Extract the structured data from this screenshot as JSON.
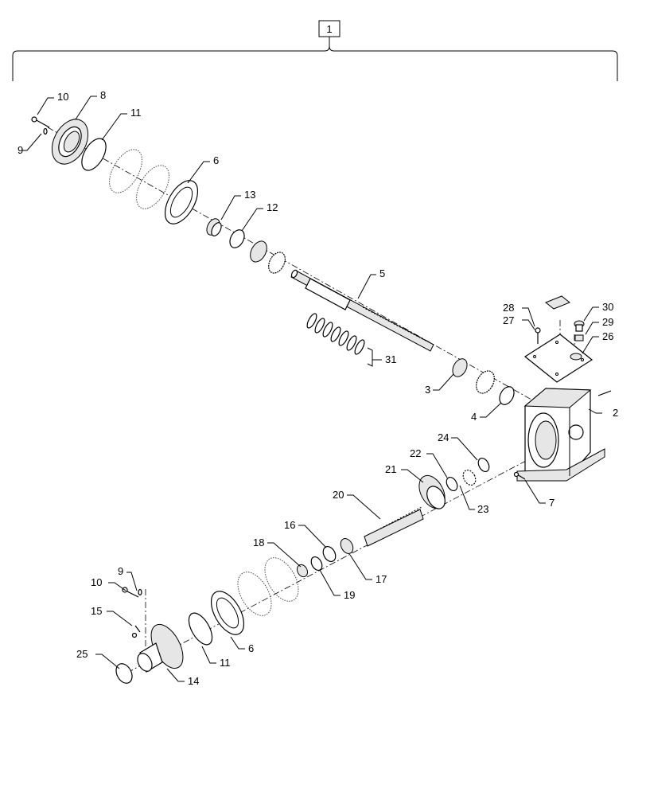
{
  "diagram": {
    "assembly_callout": "1",
    "callouts": {
      "c2": "2",
      "c3": "3",
      "c4": "4",
      "c5": "5",
      "c6a": "6",
      "c6b": "6",
      "c7": "7",
      "c8": "8",
      "c9a": "9",
      "c9b": "9",
      "c10a": "10",
      "c10b": "10",
      "c11a": "11",
      "c11b": "11",
      "c12": "12",
      "c13": "13",
      "c14": "14",
      "c15": "15",
      "c16": "16",
      "c17": "17",
      "c18": "18",
      "c19": "19",
      "c20": "20",
      "c21": "21",
      "c22": "22",
      "c23": "23",
      "c24": "24",
      "c25": "25",
      "c26": "26",
      "c27": "27",
      "c28": "28",
      "c29": "29",
      "c30": "30",
      "c31": "31"
    }
  }
}
